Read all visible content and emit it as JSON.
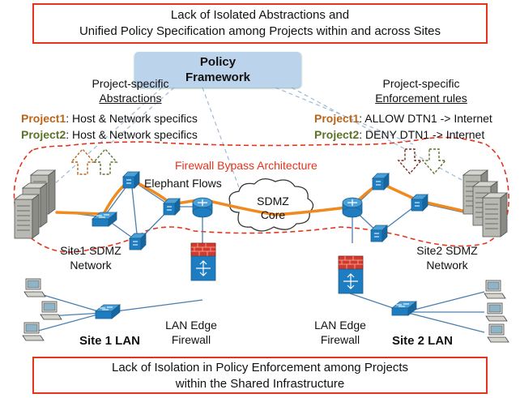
{
  "top_box": {
    "line1": "Lack of Isolated Abstractions and",
    "line2": "Unified Policy Specification among Projects within and across Sites"
  },
  "policy": {
    "line1": "Policy",
    "line2": "Framework"
  },
  "left_heading": {
    "line1": "Project-specific",
    "line2": "Abstractions"
  },
  "right_heading": {
    "line1": "Project-specific",
    "line2": "Enforcement rules"
  },
  "left_rules": [
    {
      "project": "Project1",
      "text": ": Host  & Network specifics"
    },
    {
      "project": "Project2",
      "text": ": Host & Network specifics"
    }
  ],
  "right_rules": [
    {
      "project": "Project1",
      "text": ": ALLOW DTN1 -> Internet"
    },
    {
      "project": "Project2",
      "text": ":  DENY DTN1 -> Internet"
    }
  ],
  "firewall_bypass": "Firewall Bypass Architecture",
  "elephant_flows": "Elephant Flows",
  "core": {
    "line1": "SDMZ",
    "line2": "Core"
  },
  "site1_sdmz": {
    "line1": "Site1 SDMZ",
    "line2": "Network"
  },
  "site2_sdmz": {
    "line1": "Site2 SDMZ",
    "line2": "Network"
  },
  "lan_firewall_left": {
    "line1": "LAN Edge",
    "line2": "Firewall"
  },
  "lan_firewall_right": {
    "line1": "LAN Edge",
    "line2": "Firewall"
  },
  "site1_lan": "Site 1 LAN",
  "site2_lan": "Site 2 LAN",
  "bottom_box": {
    "line1": "Lack of Isolation in Policy Enforcement among Projects",
    "line2": "within the Shared Infrastructure"
  },
  "colors": {
    "accent_red": "#e8331c",
    "project1": "#b9651b",
    "project2": "#5c7229",
    "flow": "#f08a1e",
    "policy_box": "#bcd3ec",
    "link_blue": "#9cbad8"
  },
  "icons": [
    "server-rack-icon",
    "switch-icon",
    "router-icon",
    "firewall-icon",
    "cloud-icon",
    "computer-icon",
    "arrow-up-icon",
    "arrow-down-icon"
  ]
}
